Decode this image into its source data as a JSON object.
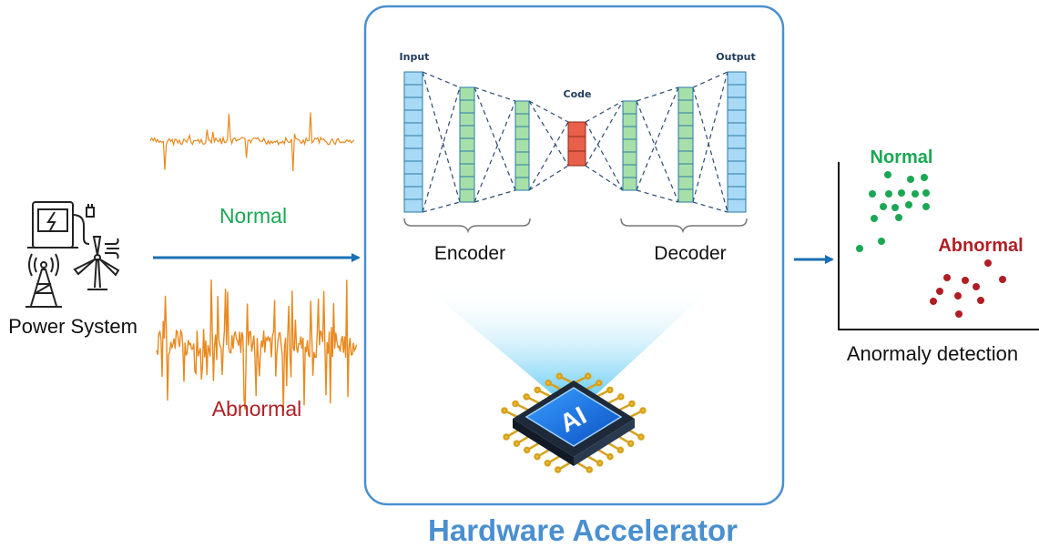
{
  "source": {
    "label": "Power System"
  },
  "signals": {
    "normal_label": "Normal",
    "abnormal_label": "Abnormal"
  },
  "accelerator": {
    "title": "Hardware Accelerator",
    "input_label": "Input",
    "output_label": "Output",
    "code_label": "Code",
    "encoder_label": "Encoder",
    "decoder_label": "Decoder",
    "chip_label": "AI"
  },
  "detection": {
    "caption": "Anormaly detection",
    "normal_label": "Normal",
    "abnormal_label": "Abnormal"
  },
  "colors": {
    "accent_blue": "#1b6fb5",
    "title_blue": "#4a8fd0",
    "signal_orange": "#e8891e",
    "normal_green": "#1aa853",
    "abnormal_red": "#b01e23",
    "layer_blue": "#a8daf5",
    "layer_green": "#a6e0a8",
    "layer_red": "#e8604a"
  }
}
